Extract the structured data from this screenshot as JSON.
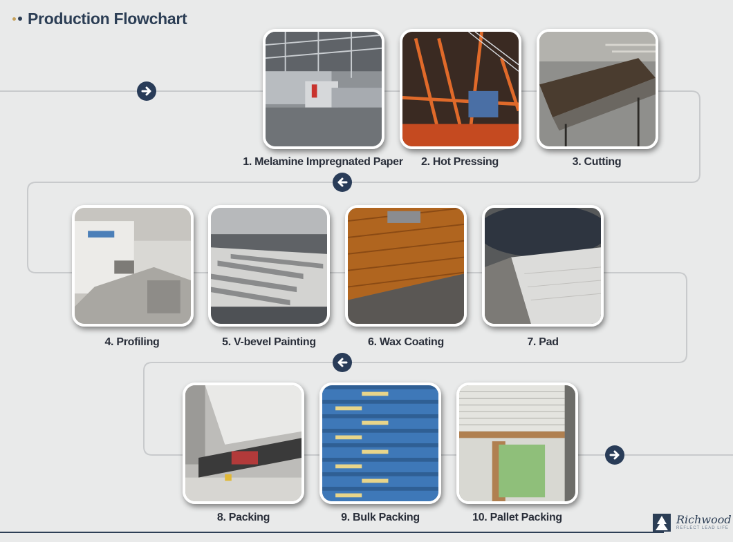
{
  "title": "Production Flowchart",
  "steps": [
    {
      "label": "1. Melamine Impregnated Paper",
      "photo": "factory-impregnation-line"
    },
    {
      "label": "2. Hot Pressing",
      "photo": "hot-press-machine"
    },
    {
      "label": "3. Cutting",
      "photo": "cutting-table"
    },
    {
      "label": "4. Profiling",
      "photo": "profiling-machine"
    },
    {
      "label": "5. V-bevel Painting",
      "photo": "v-bevel-painting-line"
    },
    {
      "label": "6. Wax Coating",
      "photo": "waxed-planks"
    },
    {
      "label": "7. Pad",
      "photo": "underlay-pad-roll"
    },
    {
      "label": "8. Packing",
      "photo": "packing-machine"
    },
    {
      "label": "9. Bulk Packing",
      "photo": "stacked-flooring-boxes"
    },
    {
      "label": "10. Pallet Packing",
      "photo": "pallet-stack"
    }
  ],
  "arrows": [
    "arrow-right-icon",
    "arrow-left-icon",
    "arrow-left-icon",
    "arrow-right-icon"
  ],
  "brand": {
    "name": "Richwood",
    "tagline": "REFLECT LEAD LIFE"
  },
  "colors": {
    "background": "#e9eaea",
    "accent": "#293c58",
    "flow_line": "#c8cacc"
  }
}
